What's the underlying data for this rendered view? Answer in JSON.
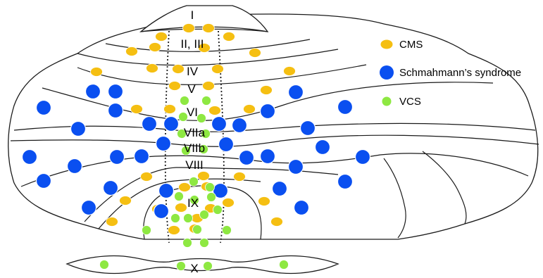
{
  "lobules": [
    "I",
    "II, III",
    "IV",
    "V",
    "VI",
    "VIIa",
    "VIIb",
    "VIII",
    "IX",
    "X"
  ],
  "legend": [
    {
      "key": "cms",
      "label": "CMS",
      "color": "#f5bf12"
    },
    {
      "key": "schmahmann",
      "label": "Schmahmann’s syndrome",
      "color": "#0a4ff0"
    },
    {
      "key": "vcs",
      "label": "VCS",
      "color": "#8ee842"
    }
  ],
  "colors": {
    "outline": "#1a1a1a",
    "background": "#ffffff",
    "spot_stroke": "#ffffff"
  }
}
